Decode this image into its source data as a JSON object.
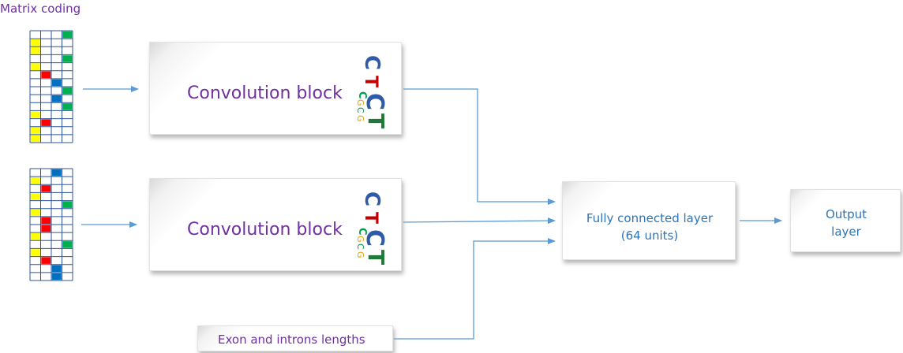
{
  "matrix_label": "Matrix coding",
  "conv_block_label": "Convolution block",
  "fc_layer": {
    "line1": "Fully connected layer",
    "line2": "(64 units)"
  },
  "output_layer": {
    "line1": "Output",
    "line2": "layer"
  },
  "lengths_label": "Exon and introns lengths",
  "colors": {
    "purple_text": "#7030a0",
    "blue_text": "#2e74b5",
    "arrow": "#5b9bd5",
    "grid": "#2f5597",
    "cell_yellow": "#ffff00",
    "cell_red": "#ff0000",
    "cell_green": "#00b050",
    "cell_blue": "#0070c0"
  },
  "matrices": [
    {
      "rows": 14,
      "cols": 4,
      "cells": [
        [
          0,
          3,
          "green"
        ],
        [
          1,
          0,
          "yellow"
        ],
        [
          2,
          0,
          "yellow"
        ],
        [
          3,
          3,
          "green"
        ],
        [
          4,
          0,
          "yellow"
        ],
        [
          5,
          1,
          "red"
        ],
        [
          6,
          2,
          "blue"
        ],
        [
          7,
          3,
          "green"
        ],
        [
          8,
          2,
          "blue"
        ],
        [
          9,
          3,
          "green"
        ],
        [
          10,
          0,
          "yellow"
        ],
        [
          11,
          1,
          "red"
        ],
        [
          12,
          0,
          "yellow"
        ],
        [
          13,
          0,
          "yellow"
        ]
      ]
    },
    {
      "rows": 14,
      "cols": 4,
      "cells": [
        [
          0,
          2,
          "blue"
        ],
        [
          1,
          0,
          "yellow"
        ],
        [
          2,
          1,
          "red"
        ],
        [
          3,
          0,
          "yellow"
        ],
        [
          4,
          3,
          "green"
        ],
        [
          5,
          0,
          "yellow"
        ],
        [
          6,
          1,
          "red"
        ],
        [
          7,
          1,
          "red"
        ],
        [
          8,
          0,
          "yellow"
        ],
        [
          9,
          3,
          "green"
        ],
        [
          10,
          0,
          "yellow"
        ],
        [
          11,
          1,
          "red"
        ],
        [
          12,
          2,
          "blue"
        ],
        [
          13,
          2,
          "blue"
        ]
      ]
    }
  ],
  "motif_logo": {
    "letters": [
      "C",
      "T",
      "C",
      "T"
    ]
  }
}
